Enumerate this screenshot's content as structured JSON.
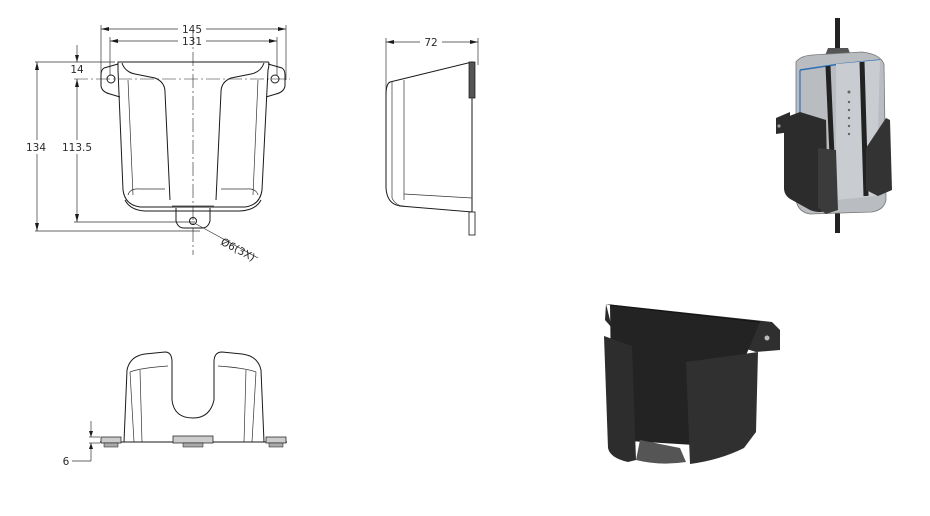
{
  "drawing": {
    "front_view": {
      "overall_width": "145",
      "inner_width": "131",
      "overall_height": "134",
      "hole_to_bottom_hole": "113.5",
      "hole_offset_from_top": "14",
      "hole_callout": "Ø6(3X)"
    },
    "side_view": {
      "depth": "72"
    },
    "bottom_view": {
      "flange_thickness": "6"
    },
    "renders": [
      {
        "name": "holder-with-device",
        "description": "Isometric render of holder holding a grey device with cable glands"
      },
      {
        "name": "holder-empty",
        "description": "Isometric render of empty black holder"
      }
    ]
  },
  "colors": {
    "line": "#1a1a1a",
    "holder_dark": "#2c2c2c",
    "device_grey": "#b9bcc0",
    "accent_blue": "#2f6fb5"
  }
}
